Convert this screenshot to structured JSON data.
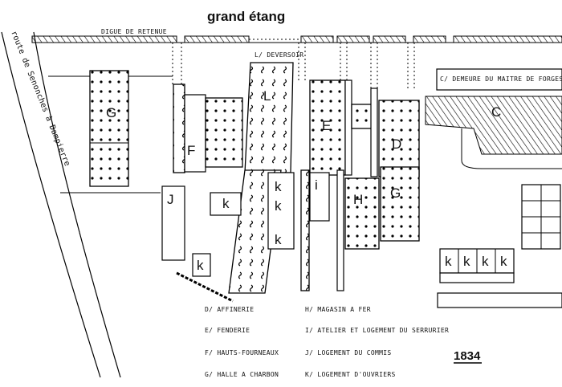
{
  "title": "grand étang",
  "dam_label": "DIGUE DE RETENUE",
  "spillway_label": "L/ DEVERSOIR",
  "c_label": "C/ DEMEURE DU MAITRE DE FORGES",
  "road_label": "route de Senonches à Dampierre",
  "year": "1834",
  "buildings": {
    "G1": "G",
    "L": "L",
    "E": "E",
    "D": "D",
    "C": "C",
    "F": "F",
    "J": "J",
    "k1": "k",
    "k2": "k",
    "k3": "k",
    "k4": "k",
    "k5": "k",
    "i": "i",
    "H": "H",
    "G2": "G",
    "k6": "k",
    "k7": "k",
    "k8": "k",
    "k9": "k"
  },
  "legend": [
    "D/ AFFINERIE",
    "E/ FENDERIE",
    "F/ HAUTS-FOURNEAUX",
    "G/ HALLE A CHARBON",
    "H/ MAGASIN A FER",
    "I/ ATELIER ET LOGEMENT DU SERRURIER",
    "J/ LOGEMENT DU COMMIS",
    "K/ LOGEMENT D'OUVRIERS"
  ]
}
